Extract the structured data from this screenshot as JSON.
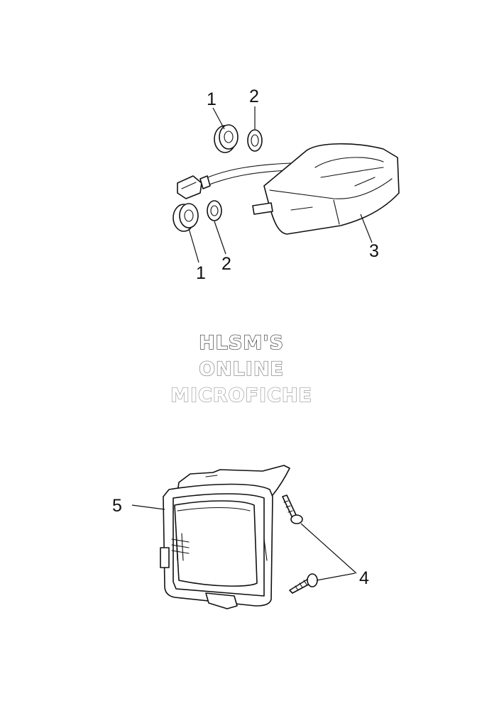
{
  "callouts": {
    "c1_top": "1",
    "c2_top": "2",
    "c1_bottom": "1",
    "c2_bottom": "2",
    "c3": "3",
    "c4": "4",
    "c5": "5"
  },
  "watermark": {
    "line1": "HLSM'S",
    "line2": "ONLINE",
    "line3": "MICROFICHE",
    "colors": [
      "#333333",
      "#777777",
      "#999999"
    ]
  }
}
